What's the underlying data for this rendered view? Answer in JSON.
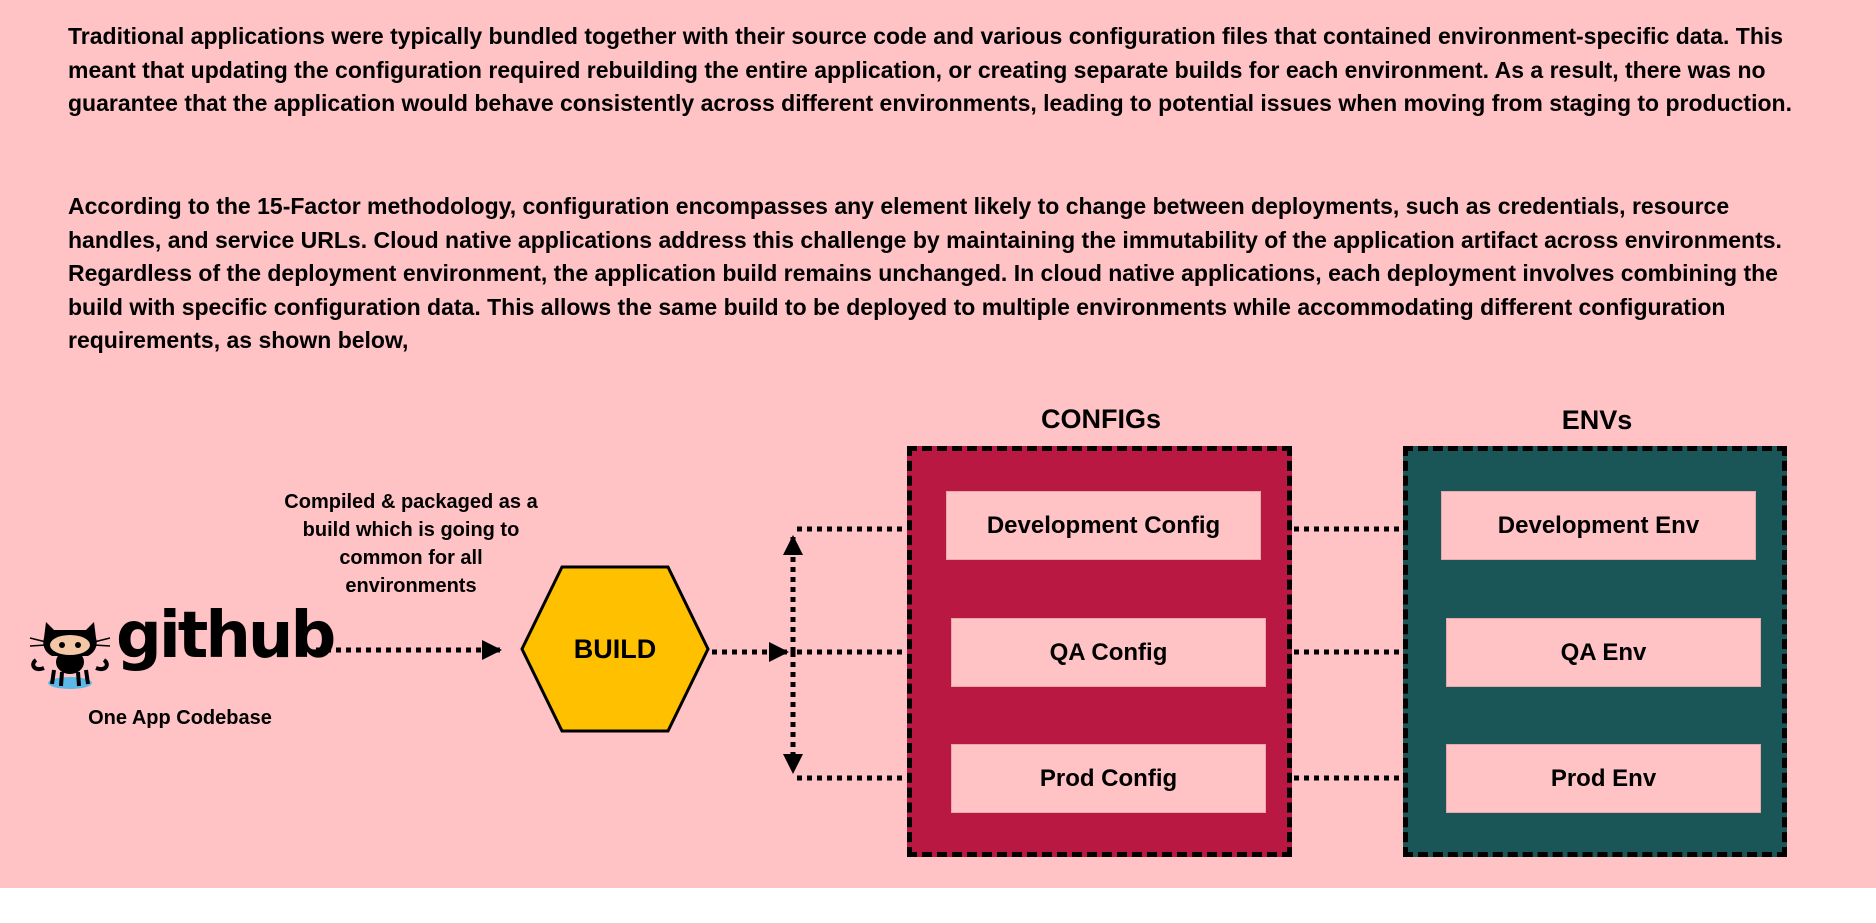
{
  "paragraphs": {
    "intro": "Traditional applications were typically bundled together with their source code and various configuration files that contained environment-specific data. This meant that updating the configuration required rebuilding the entire application, or creating separate builds for each environment. As a result, there was no guarantee that the application would behave consistently across different environments, leading to potential issues when moving from staging to production.",
    "methodology": "According to the 15-Factor methodology, configuration encompasses any element likely to change between deployments, such as credentials, resource handles, and service URLs. Cloud native applications address this challenge by maintaining the immutability of the application artifact across environments. Regardless of the deployment environment, the application build remains unchanged. In cloud native applications, each deployment involves combining the build with specific configuration data. This allows the same build to be deployed to multiple environments while accommodating different configuration requirements, as shown below,"
  },
  "diagram": {
    "source": {
      "logo_text": "github",
      "logo_icon": "octocat-icon",
      "label": "One App Codebase"
    },
    "build_caption": "Compiled & packaged as a build which is going to common for all environments",
    "build_label": "BUILD",
    "configs": {
      "title": "CONFIGs",
      "items": [
        "Development Config",
        "QA Config",
        "Prod Config"
      ]
    },
    "envs": {
      "title": "ENVs",
      "items": [
        "Development Env",
        "QA Env",
        "Prod Env"
      ]
    }
  },
  "colors": {
    "background": "#ffc2c5",
    "configs_box": "#b91843",
    "envs_box": "#1a5558",
    "build_hexagon": "#ffc000",
    "item_box": "#ffc2c5"
  }
}
